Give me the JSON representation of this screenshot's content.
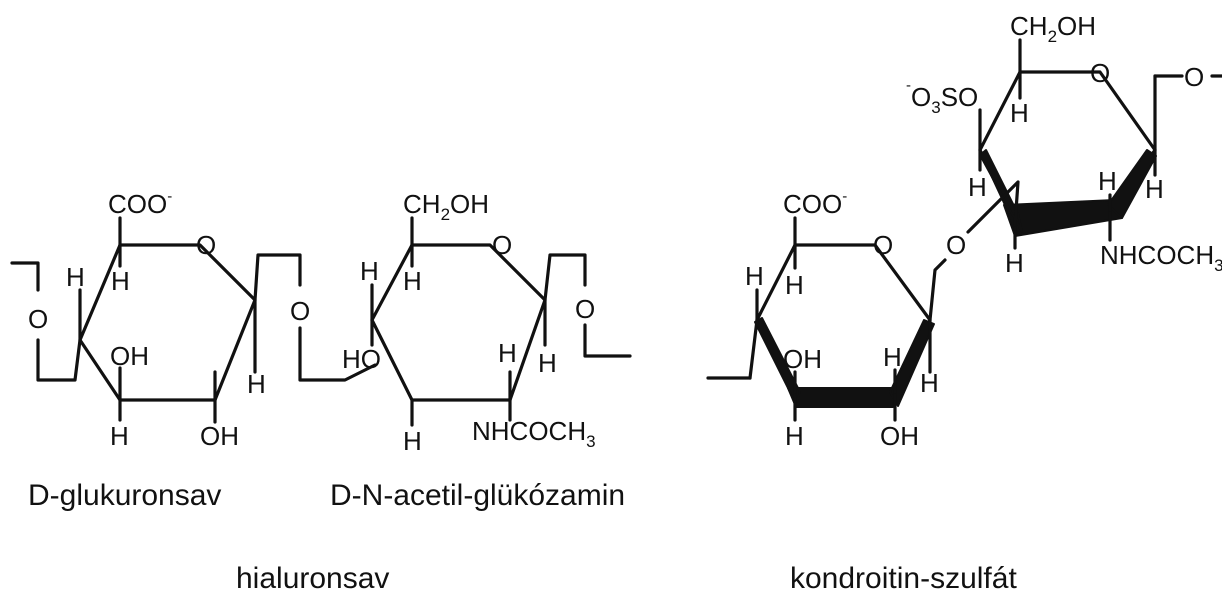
{
  "hyaluronic": {
    "glucuronic_ring": {
      "carboxylate": "COO",
      "charge": "-",
      "ring_oxygen": "O",
      "h_c4": "H",
      "h_c5": "H",
      "oh_c3": "OH",
      "h_c3": "H",
      "oh_c2": "OH",
      "h_c1": "H",
      "left_link_oxygen": "O",
      "glycosidic_oxygen": "O"
    },
    "glucosamine_ring": {
      "ch2oh": "CH",
      "ch2oh_sub": "2",
      "ch2oh_end": "OH",
      "ring_oxygen": "O",
      "h_c4": "H",
      "h_c5": "H",
      "ho_c3": "HO",
      "h_c3": "H",
      "h_c2": "H",
      "h_c1": "H",
      "nhcoch3": "NHCOCH",
      "nhcoch3_sub": "3",
      "right_link_oxygen": "O"
    },
    "label_glucuronic": "D-glukuronsav",
    "label_glucosamine": "D-N-acetil-glükózamin",
    "label_name": "hialuronsav"
  },
  "chondroitin": {
    "upper_ring": {
      "ch2oh": "CH",
      "ch2oh_sub": "2",
      "ch2oh_end": "OH",
      "sulfate_charge": "-",
      "sulfate": "O",
      "sulfate_sub": "3",
      "sulfate_end": "SO",
      "ring_oxygen": "O",
      "link_oxygen": "O",
      "h_c4": "H",
      "h_c3": "H",
      "h_c1": "H",
      "h_c2_upper": "H",
      "h_c2_lower": "H",
      "nhcoch3": "NHCOCH",
      "nhcoch3_sub": "3"
    },
    "lower_ring": {
      "carboxylate": "COO",
      "charge": "-",
      "ring_oxygen": "O",
      "glycosidic_oxygen": "O",
      "h_c4": "H",
      "h_c5": "H",
      "oh_c3": "OH",
      "h_c2": "H",
      "h_c1": "H",
      "h_c3": "H",
      "oh_c2": "OH"
    },
    "label_name": "kondroitin-szulfát"
  }
}
